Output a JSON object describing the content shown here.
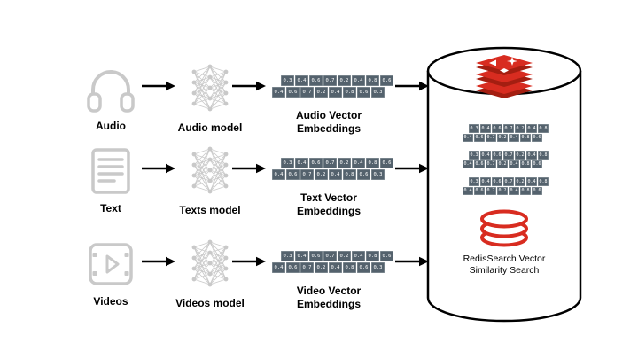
{
  "diagram": {
    "rows": [
      {
        "source_label": "Audio",
        "source_icon": "headphones-icon",
        "model_icon": "neural-network-icon",
        "model_label": "Audio model",
        "embedding_label": "Audio Vector Embeddings"
      },
      {
        "source_label": "Text",
        "source_icon": "document-icon",
        "model_icon": "neural-network-icon",
        "model_label": "Texts model",
        "embedding_label": "Text Vector Embeddings"
      },
      {
        "source_label": "Videos",
        "source_icon": "video-icon",
        "model_icon": "neural-network-icon",
        "model_label": "Videos model",
        "embedding_label": "Video Vector Embeddings"
      }
    ],
    "embedding_values": [
      "0.3",
      "0.4",
      "0.6",
      "0.7",
      "0.2",
      "0.4",
      "0.8",
      "0.6"
    ],
    "database": {
      "caption": "RedisSearch Vector Similarity Search",
      "logo_icon": "redis-logo-icon",
      "search_icon": "redisearch-rings-icon",
      "stored_embedding_rows": 3
    },
    "colors": {
      "redis_red": "#d82c20",
      "redis_dark_red": "#a41e11",
      "icon_gray": "#c9c9c9",
      "cell_dark": "#54626d",
      "arrow_black": "#000000"
    }
  }
}
